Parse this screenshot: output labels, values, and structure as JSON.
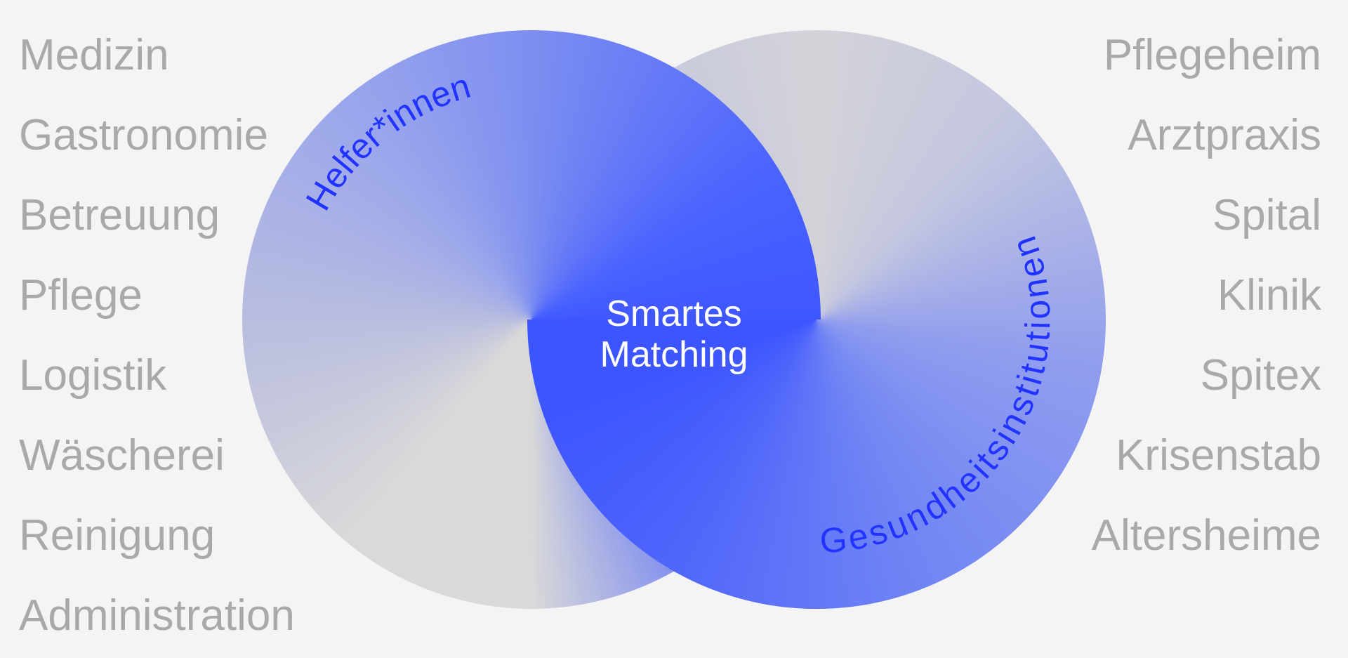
{
  "left_list": [
    "Medizin",
    "Gastronomie",
    "Betreuung",
    "Pflege",
    "Logistik",
    "Wäscherei",
    "Reinigung",
    "Administration"
  ],
  "right_list": [
    "Pflegeheim",
    "Arztpraxis",
    "Spital",
    "Klinik",
    "Spitex",
    "Krisenstab",
    "Altersheime"
  ],
  "left_circle_label": "Helfer*innen",
  "right_circle_label": "Gesundheitsinstitutionen",
  "center_label": {
    "line1": "Smartes",
    "line2": "Matching"
  },
  "colors": {
    "accent": "#3d55ff",
    "label": "#2233ff",
    "muted_text": "#a9a9a9",
    "background": "#f4f4f4"
  }
}
